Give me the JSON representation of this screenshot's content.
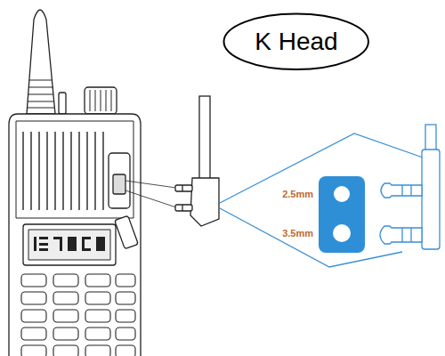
{
  "diagram": {
    "nodes": [
      {
        "text": [
          "K Head"
        ]
      }
    ],
    "labels": [
      "2.5mm",
      "3.5mm"
    ]
  }
}
